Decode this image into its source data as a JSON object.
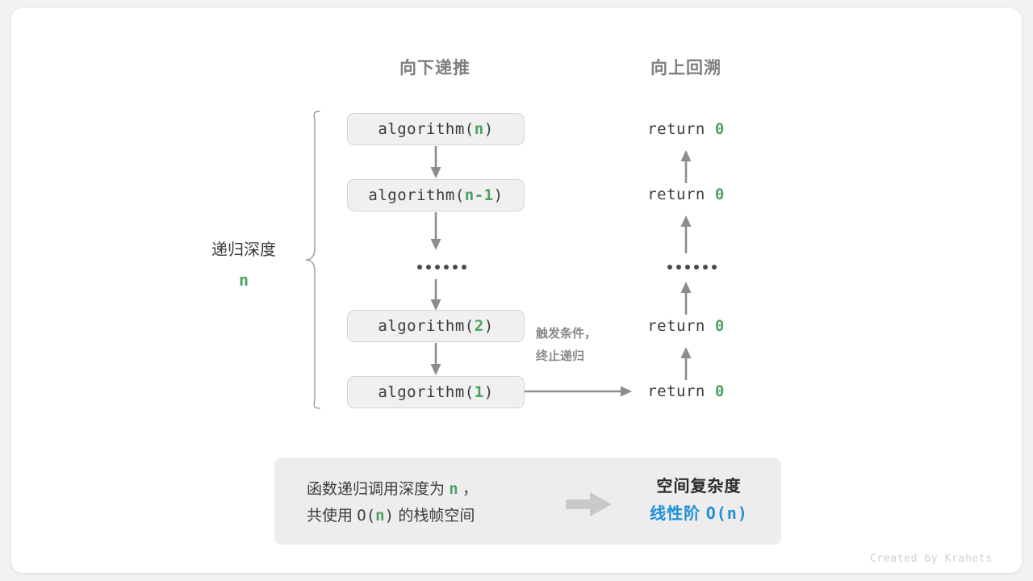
{
  "headers": {
    "down": "向下递推",
    "up": "向上回溯"
  },
  "depth": {
    "label": "递归深度",
    "value": "n"
  },
  "calls": [
    {
      "name": "algorithm(",
      "arg": "n",
      "close": ")"
    },
    {
      "name": "algorithm(",
      "arg": "n-1",
      "close": ")"
    },
    {
      "name": "algorithm(",
      "arg": "2",
      "close": ")"
    },
    {
      "name": "algorithm(",
      "arg": "1",
      "close": ")"
    }
  ],
  "returns": [
    {
      "kw": "return ",
      "val": "0"
    },
    {
      "kw": "return ",
      "val": "0"
    },
    {
      "kw": "return ",
      "val": "0"
    },
    {
      "kw": "return ",
      "val": "0"
    }
  ],
  "trigger": {
    "line1": "触发条件，",
    "line2": "终止递归"
  },
  "summary": {
    "left_line1_a": "函数递归调用深度为 ",
    "left_line1_n": "n",
    "left_line1_b": " ，",
    "left_line2_a": "共使用 ",
    "left_line2_o": "O(",
    "left_line2_n": "n",
    "left_line2_c": ")",
    "left_line2_b": " 的栈帧空间",
    "right_title": "空间复杂度",
    "right_value_text": "线性阶 ",
    "right_value_mono": "O(n)"
  },
  "credit": "Created by Krahets",
  "colors": {
    "green": "#4ea062",
    "blue": "#1e90d8",
    "gray_arrow": "#8c8c8c",
    "box_fill": "#f0f0f0",
    "box_border": "#d4d4d4",
    "panel_fill": "#ededed",
    "heading_gray": "#7f7f7f"
  },
  "icons": {
    "down_arrow": "down-arrow-icon",
    "up_arrow": "up-arrow-icon",
    "right_arrow": "right-arrow-icon",
    "block_arrow": "block-right-arrow-icon",
    "brace": "curly-brace-icon",
    "ellipsis": "ellipsis-dots-icon"
  }
}
